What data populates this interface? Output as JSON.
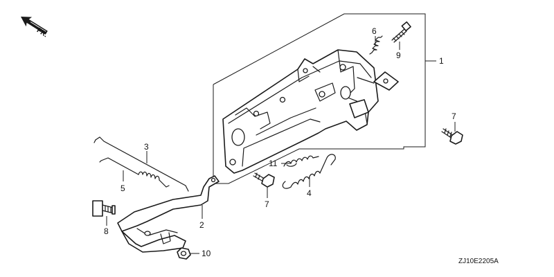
{
  "direction_marker": {
    "label": "FR.",
    "icon": "front-direction-arrow-icon"
  },
  "callouts": {
    "c1": "1",
    "c2": "2",
    "c3": "3",
    "c4": "4",
    "c5": "5",
    "c6": "6",
    "c7a": "7",
    "c7b": "7",
    "c8": "8",
    "c9": "9",
    "c10": "10",
    "c11": "11"
  },
  "figure_code": "ZJ10E2205A"
}
